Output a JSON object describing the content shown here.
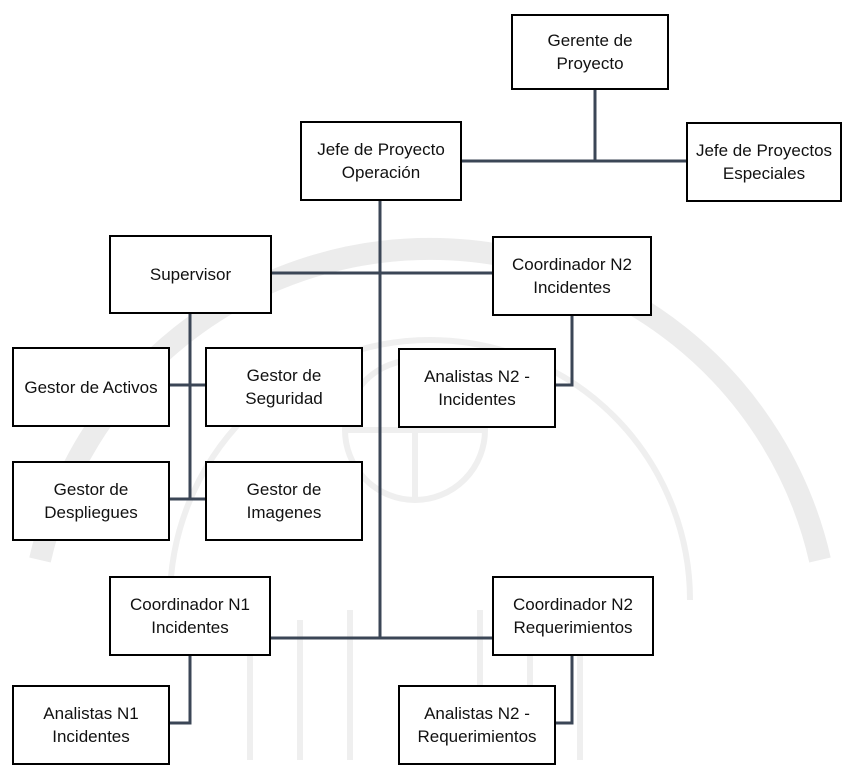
{
  "colors": {
    "box_border": "#000000",
    "connector": "#3b4656",
    "watermark": "#ececec",
    "text": "#111111"
  },
  "nodes": {
    "gerente": {
      "line1": "Gerente de",
      "line2": "Proyecto"
    },
    "jefe_operacion": {
      "line1": "Jefe de Proyecto",
      "line2": "Operación"
    },
    "jefe_especiales": {
      "line1": "Jefe de Proyectos",
      "line2": "Especiales"
    },
    "supervisor": {
      "line1": "Supervisor"
    },
    "coord_n2_incidentes": {
      "line1": "Coordinador N2",
      "line2": "Incidentes"
    },
    "gestor_activos": {
      "line1": "Gestor de Activos"
    },
    "gestor_seguridad": {
      "line1": "Gestor de",
      "line2": "Seguridad"
    },
    "analistas_n2_incidentes": {
      "line1": "Analistas N2 -",
      "line2": "Incidentes"
    },
    "gestor_despliegues": {
      "line1": "Gestor de",
      "line2": "Despliegues"
    },
    "gestor_imagenes": {
      "line1": "Gestor de",
      "line2": "Imagenes"
    },
    "coord_n1_incidentes": {
      "line1": "Coordinador N1",
      "line2": "Incidentes"
    },
    "coord_n2_requerimientos": {
      "line1": "Coordinador N2",
      "line2": "Requerimientos"
    },
    "analistas_n1_incidentes": {
      "line1": "Analistas N1",
      "line2": "Incidentes"
    },
    "analistas_n2_requerimientos": {
      "line1": "Analistas N2 -",
      "line2": "Requerimientos"
    }
  }
}
